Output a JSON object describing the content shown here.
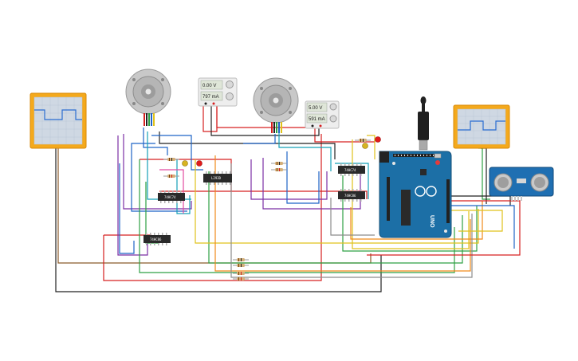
{
  "colors": {
    "canvas_bg": "#ffffff",
    "osc_frame": "#f4a91c",
    "osc_screen": "#cfd8e3",
    "osc_trace": "#2b6dd1",
    "arduino_board": "#1c6fa6",
    "chip_body": "#2a2a2a",
    "supply_body": "#eeeeee",
    "sensor_body": "#1f6fb2"
  },
  "oscilloscopes": [
    {
      "id": "osc-left"
    },
    {
      "id": "osc-right"
    }
  ],
  "motors": [
    {
      "id": "motor-1"
    },
    {
      "id": "motor-2"
    }
  ],
  "power_supplies": [
    {
      "id": "supply-1",
      "voltage": "0.00 V",
      "current": "797 mA"
    },
    {
      "id": "supply-2",
      "voltage": "5.00 V",
      "current": "591 mA"
    }
  ],
  "chips": [
    {
      "id": "ic-center",
      "label": "L293D"
    },
    {
      "id": "ic-left",
      "label": "74HC74"
    },
    {
      "id": "ic-bottom",
      "label": "74HC86"
    },
    {
      "id": "ic-right-top",
      "label": "74HC74"
    },
    {
      "id": "ic-right-mid",
      "label": "74HC86"
    }
  ],
  "arduino": {
    "name": "Arduino Uno",
    "model": "UNO"
  },
  "ultrasonic_sensor": {
    "name": "HC-SR04"
  }
}
